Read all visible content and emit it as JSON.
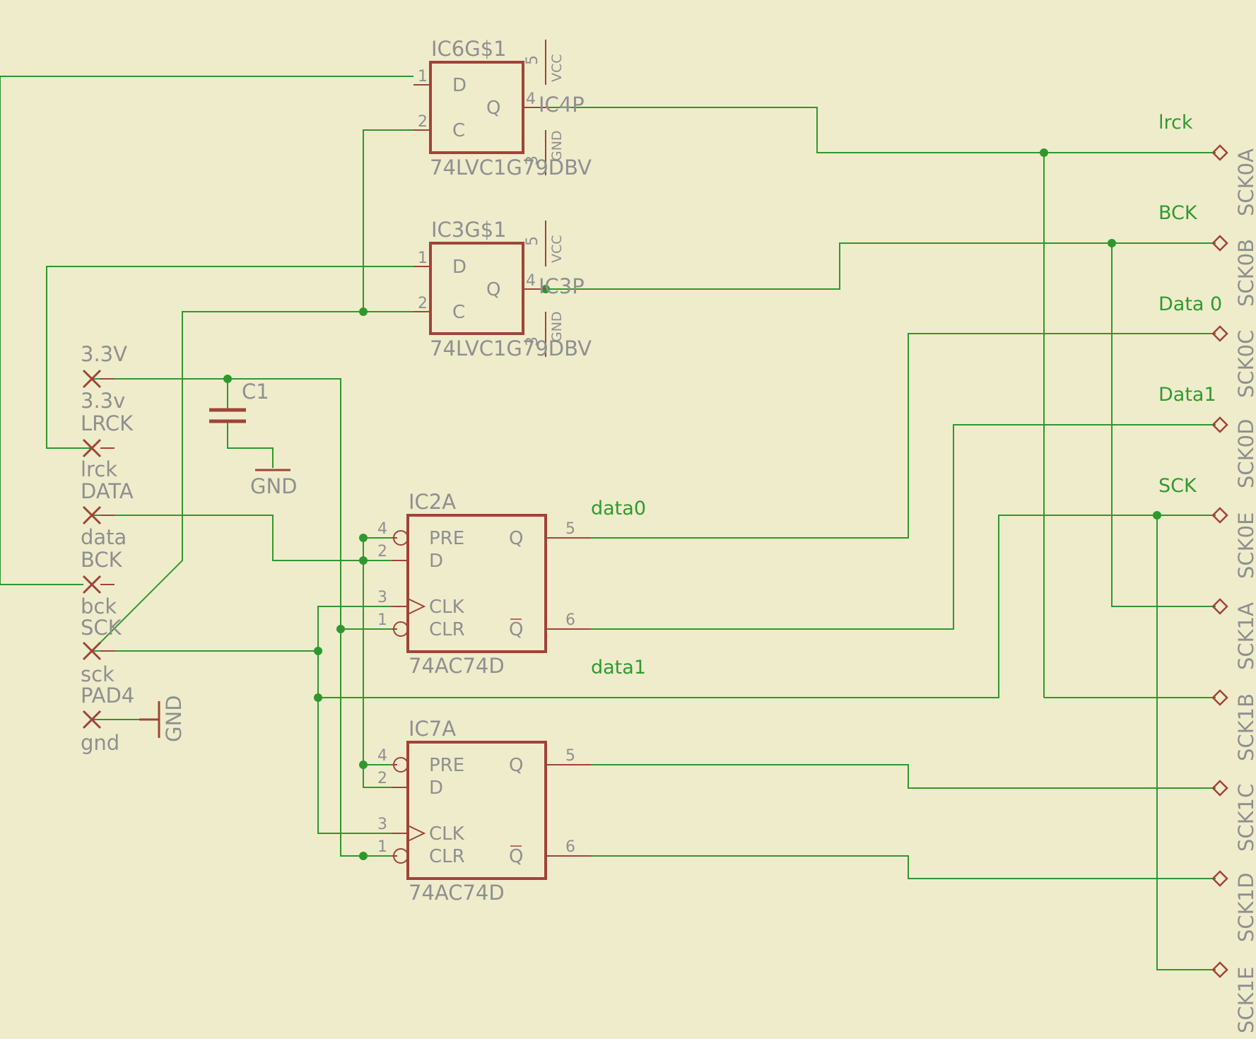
{
  "parts": {
    "ic6": {
      "name": "IC6G$1",
      "value": "74LVC1G79DBV",
      "d": "D",
      "c": "C",
      "q": "Q",
      "pin1": "1",
      "pin2": "2",
      "pin4": "4",
      "pin3": "3",
      "pin5": "5",
      "vcc": "VCC",
      "gnd": "GND",
      "pwr_name": "IC4P"
    },
    "ic3": {
      "name": "IC3G$1",
      "value": "74LVC1G79DBV",
      "d": "D",
      "c": "C",
      "q": "Q",
      "pin1": "1",
      "pin2": "2",
      "pin4": "4",
      "pin3": "3",
      "pin5": "5",
      "vcc": "VCC",
      "gnd": "GND",
      "pwr_name": "IC3P"
    },
    "ic2": {
      "name": "IC2A",
      "value": "74AC74D",
      "pre": "PRE",
      "d": "D",
      "clk": "CLK",
      "clr": "CLR",
      "q": "Q",
      "qn": "Q",
      "pin4": "4",
      "pin2": "2",
      "pin3": "3",
      "pin1": "1",
      "pin5": "5",
      "pin6": "6"
    },
    "ic7": {
      "name": "IC7A",
      "value": "74AC74D",
      "pre": "PRE",
      "d": "D",
      "clk": "CLK",
      "clr": "CLR",
      "q": "Q",
      "qn": "Q",
      "pin4": "4",
      "pin2": "2",
      "pin3": "3",
      "pin1": "1",
      "pin5": "5",
      "pin6": "6"
    },
    "c1": {
      "name": "C1"
    },
    "gnd_symbol": {
      "label": "GND"
    },
    "pad_gnd_symbol": {
      "label": "GND"
    }
  },
  "pads": [
    {
      "name": "3.3V",
      "value": "3.3v"
    },
    {
      "name": "LRCK",
      "value": "lrck"
    },
    {
      "name": "DATA",
      "value": "data"
    },
    {
      "name": "BCK",
      "value": "bck"
    },
    {
      "name": "SCK",
      "value": "sck"
    },
    {
      "name": "PAD4",
      "value": "gnd"
    }
  ],
  "net_labels": {
    "lrck": "lrck",
    "bck": "BCK",
    "data_0": "Data 0",
    "data1": "Data1",
    "sck": "SCK",
    "data0_local": "data0",
    "data1_local": "data1"
  },
  "connectors": [
    "SCK0A",
    "SCK0B",
    "SCK0C",
    "SCK0D",
    "SCK0E",
    "SCK1A",
    "SCK1B",
    "SCK1C",
    "SCK1D",
    "SCK1E"
  ],
  "colors": {
    "background": "#efeccc",
    "wire": "#2e982e",
    "part": "#a04338",
    "label": "#8f8f8f",
    "net_label": "#2f9a2f"
  }
}
